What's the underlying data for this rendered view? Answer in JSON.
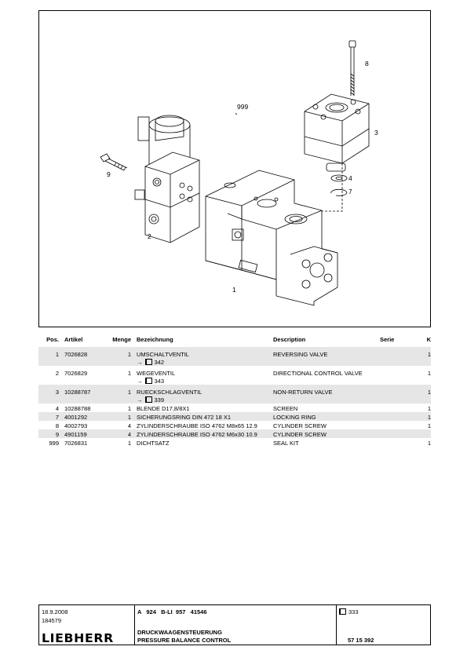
{
  "drawing": {
    "callouts": [
      {
        "id": "8",
        "label": "8"
      },
      {
        "id": "999",
        "label": "999"
      },
      {
        "id": "3",
        "label": "3"
      },
      {
        "id": "9",
        "label": "9"
      },
      {
        "id": "4",
        "label": "4"
      },
      {
        "id": "7",
        "label": "7"
      },
      {
        "id": "2",
        "label": "2"
      },
      {
        "id": "1",
        "label": "1"
      }
    ]
  },
  "table": {
    "headers": {
      "pos": "Pos.",
      "article": "Artikel",
      "qty": "Menge",
      "desc": "Bezeichnung",
      "desc_en": "Description",
      "series": "Serie",
      "k": "K"
    },
    "rows": [
      {
        "pos": "1",
        "article": "7026828",
        "qty": "1",
        "desc": "UMSCHALTVENTIL",
        "ref": "342",
        "desc_en": "REVERSING VALVE",
        "k": "1"
      },
      {
        "pos": "2",
        "article": "7026829",
        "qty": "1",
        "desc": "WEGEVENTIL",
        "ref": "343",
        "desc_en": "DIRECTIONAL CONTROL VALVE",
        "k": "1"
      },
      {
        "pos": "3",
        "article": "10288787",
        "qty": "1",
        "desc": "RUECKSCHLAGVENTIL",
        "ref": "339",
        "desc_en": "NON-RETURN VALVE",
        "k": "1"
      },
      {
        "pos": "4",
        "article": "10288788",
        "qty": "1",
        "desc": "BLENDE D17,8/8X1",
        "ref": "",
        "desc_en": "SCREEN",
        "k": "1"
      },
      {
        "pos": "7",
        "article": "4001292",
        "qty": "1",
        "desc": "SICHERUNGSRING DIN 472 18 X1",
        "ref": "",
        "desc_en": "LOCKING RING",
        "k": "1"
      },
      {
        "pos": "8",
        "article": "4002793",
        "qty": "4",
        "desc": "ZYLINDERSCHRAUBE ISO 4762 M8x65 12.9",
        "ref": "",
        "desc_en": "CYLINDER SCREW",
        "k": "1"
      },
      {
        "pos": "9",
        "article": "4901159",
        "qty": "4",
        "desc": "ZYLINDERSCHRAUBE ISO 4762 M6x30 10.9",
        "ref": "",
        "desc_en": "CYLINDER SCREW",
        "k": ""
      },
      {
        "pos": "999",
        "article": "7026831",
        "qty": "1",
        "desc": "DICHTSATZ",
        "ref": "",
        "desc_en": "SEAL KIT",
        "k": "1"
      }
    ]
  },
  "footer": {
    "date": "18.9.2008",
    "doc_id": "184579",
    "logo": "LIEBHERR",
    "model": "A   924   B-LI  957   41546",
    "title_de": "DRUCKWAAGENSTEUERUNG",
    "title_en": "PRESSURE BALANCE CONTROL",
    "page_ref": "333",
    "part_no": "57 15 392"
  }
}
